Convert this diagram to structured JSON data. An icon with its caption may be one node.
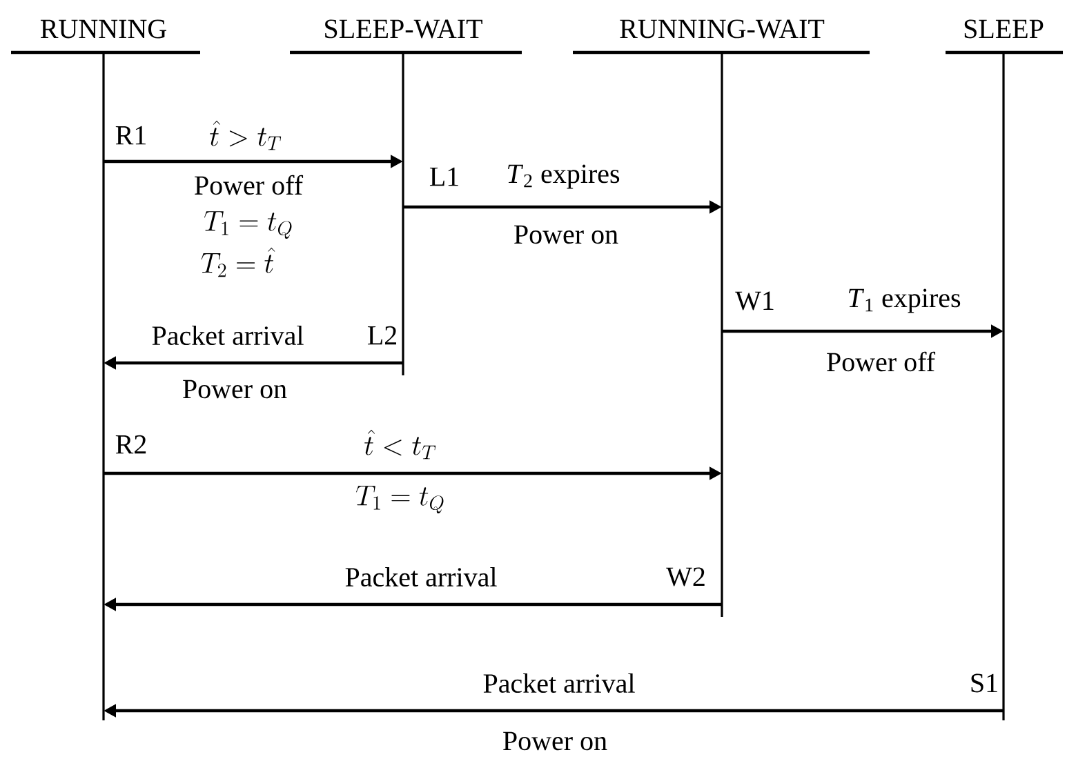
{
  "diagram": {
    "nodes": [
      {
        "text": [
          "RUNNING"
        ]
      },
      {
        "text": [
          "SLEEP-WAIT"
        ]
      },
      {
        "text": [
          "RUNNING-WAIT"
        ]
      },
      {
        "text": [
          "SLEEP"
        ]
      }
    ],
    "edges": [
      {
        "from": 0,
        "to": 1,
        "arrow": "to",
        "label": "Power off"
      },
      {
        "from": 1,
        "to": 2,
        "arrow": "to",
        "label": "*T*$_{2}$ expires"
      },
      {
        "from": 1,
        "to": 0,
        "arrow": "to",
        "label": "Packet arrival"
      },
      {
        "from": 2,
        "to": 3,
        "arrow": "to",
        "label": "*T*$_{1}$ expires"
      },
      {
        "from": 0,
        "to": 2,
        "arrow": "to"
      },
      {
        "from": 2,
        "to": 0,
        "arrow": "to",
        "label": "Packet arrival"
      },
      {
        "from": 3,
        "to": 0,
        "arrow": "to",
        "label": "Packet arrival"
      }
    ],
    "labels": [
      "R1",
      "\\hat{t} > t_T",
      "L1",
      "T_1 = t_Q",
      "T_2 = \\hat{t}",
      "Power on",
      "L2",
      "W1",
      "Power on",
      "Power off",
      "R2",
      "\\hat{t} < t_T",
      "T_1 = t_Q",
      "W2",
      "S1",
      "Power on"
    ]
  }
}
